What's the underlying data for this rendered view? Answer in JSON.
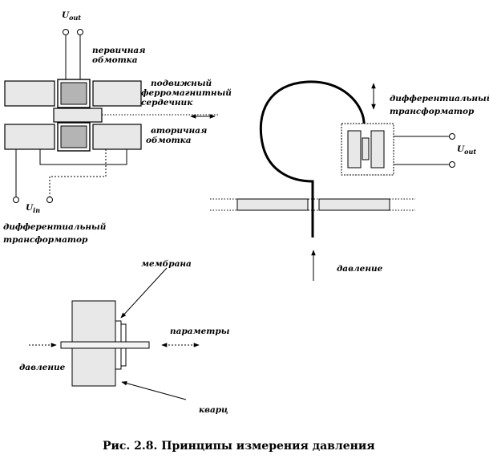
{
  "labels": {
    "u_out": "U",
    "u_out_sub": "out",
    "u_in": "U",
    "u_in_sub": "in",
    "primary_1": "первичная",
    "primary_2": "обмотка",
    "core_1": "подвижный",
    "core_2": "ферромагнитный",
    "core_3": "сердечник",
    "secondary_1": "вторичная",
    "secondary_2": "обмотка",
    "diff_left_1": "дифферентиальный",
    "diff_left_2": "трансформатор",
    "diff_right_1": "дифферентиальный",
    "diff_right_2": "трансформатор",
    "u_out_right": "U",
    "u_out_right_sub": "out",
    "pressure_right": "давление",
    "membrane": "мембрана",
    "parameters": "параметры",
    "pressure_bottom": "давление",
    "quartz": "кварц"
  },
  "caption": "Рис. 2.8. Принципы измерения давления",
  "colors": {
    "block_fill": "#e8e8e8",
    "primary_fill": "#b4b4b4",
    "line": "#000000"
  }
}
